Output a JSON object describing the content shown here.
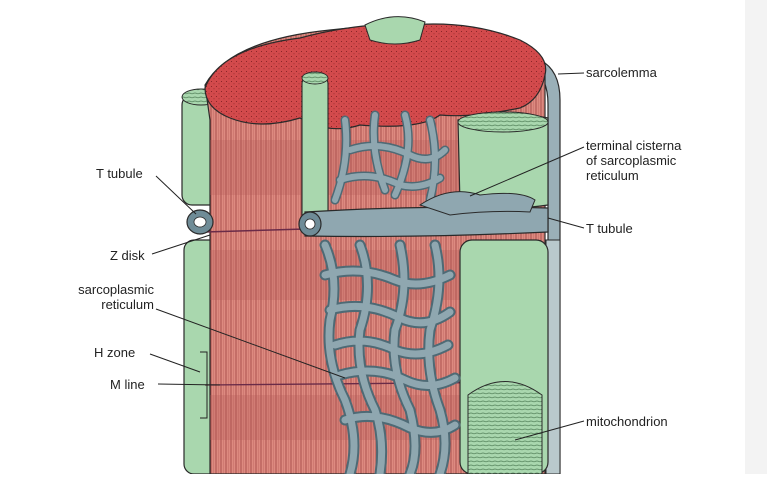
{
  "labels": {
    "sarcolemma": "sarcolemma",
    "terminal_cisterna": [
      "terminal cisterna",
      "of sarcoplasmic",
      "reticulum"
    ],
    "t_tubule_right": "T tubule",
    "t_tubule_left": "T tubule",
    "z_disk": "Z disk",
    "sarcoplasmic_reticulum": [
      "sarcoplasmic",
      "reticulum"
    ],
    "h_zone": "H zone",
    "m_line": "M line",
    "mitochondrion": "mitochondrion"
  },
  "colors": {
    "myofibril": "#d9827a",
    "myofibril_dark": "#b85a55",
    "top_face": "#d0494b",
    "reticulum": "#8fa7b0",
    "reticulum_dark": "#4e6a75",
    "mitochondria": "#a8d6ae",
    "outline": "#2a2a2a"
  }
}
